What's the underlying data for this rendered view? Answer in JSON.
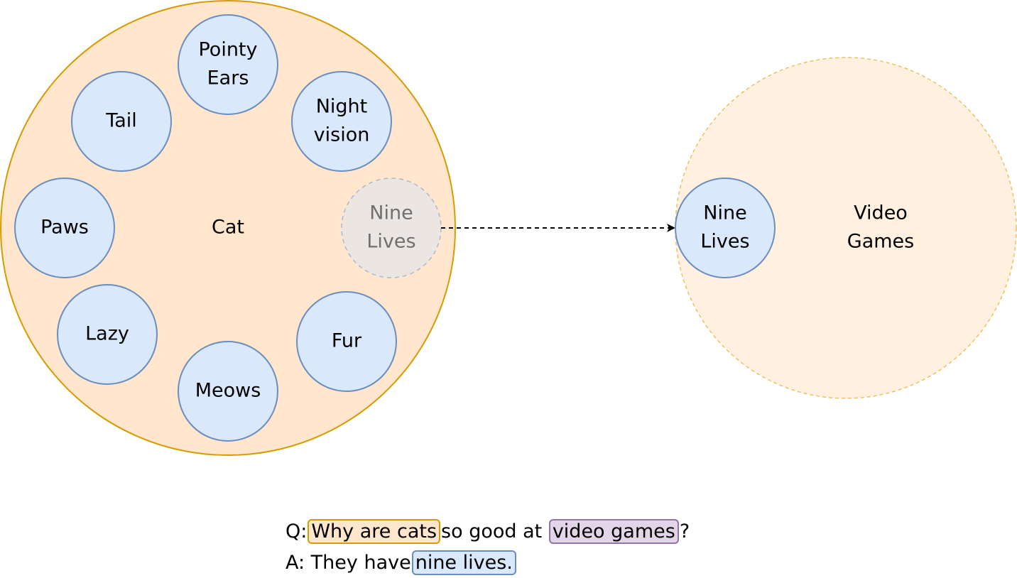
{
  "colors": {
    "cat_fill": "#ffe6cc",
    "cat_stroke": "#d79b00",
    "vg_fill": "#fff0e0",
    "vg_stroke": "#f0c060",
    "trait_fill": "#dae8fc",
    "trait_stroke": "#6c8ebf",
    "faded_fill": "#ece6e3",
    "faded_stroke": "#a9b9cf",
    "faded_text": "#707070",
    "purple_fill": "#e1d5e7",
    "purple_stroke": "#9673a6"
  },
  "cat": {
    "label": "Cat",
    "traits": [
      {
        "line1": "Pointy",
        "line2": "Ears"
      },
      {
        "line1": "Night",
        "line2": "vision"
      },
      {
        "line1": "Tail",
        "line2": ""
      },
      {
        "line1": "Paws",
        "line2": ""
      },
      {
        "line1": "Lazy",
        "line2": ""
      },
      {
        "line1": "Meows",
        "line2": ""
      },
      {
        "line1": "Fur",
        "line2": ""
      }
    ],
    "faded_trait": {
      "line1": "Nine",
      "line2": "Lives"
    }
  },
  "video_games": {
    "line1": "Video",
    "line2": "Games",
    "trait": {
      "line1": "Nine",
      "line2": "Lives"
    }
  },
  "qa": {
    "q_prefix": "Q:",
    "q_highlight1": "Why are cats",
    "q_middle": "so good at",
    "q_highlight2": "video games",
    "q_suffix": "?",
    "a_prefix": "A: They have",
    "a_highlight": "nine lives."
  }
}
